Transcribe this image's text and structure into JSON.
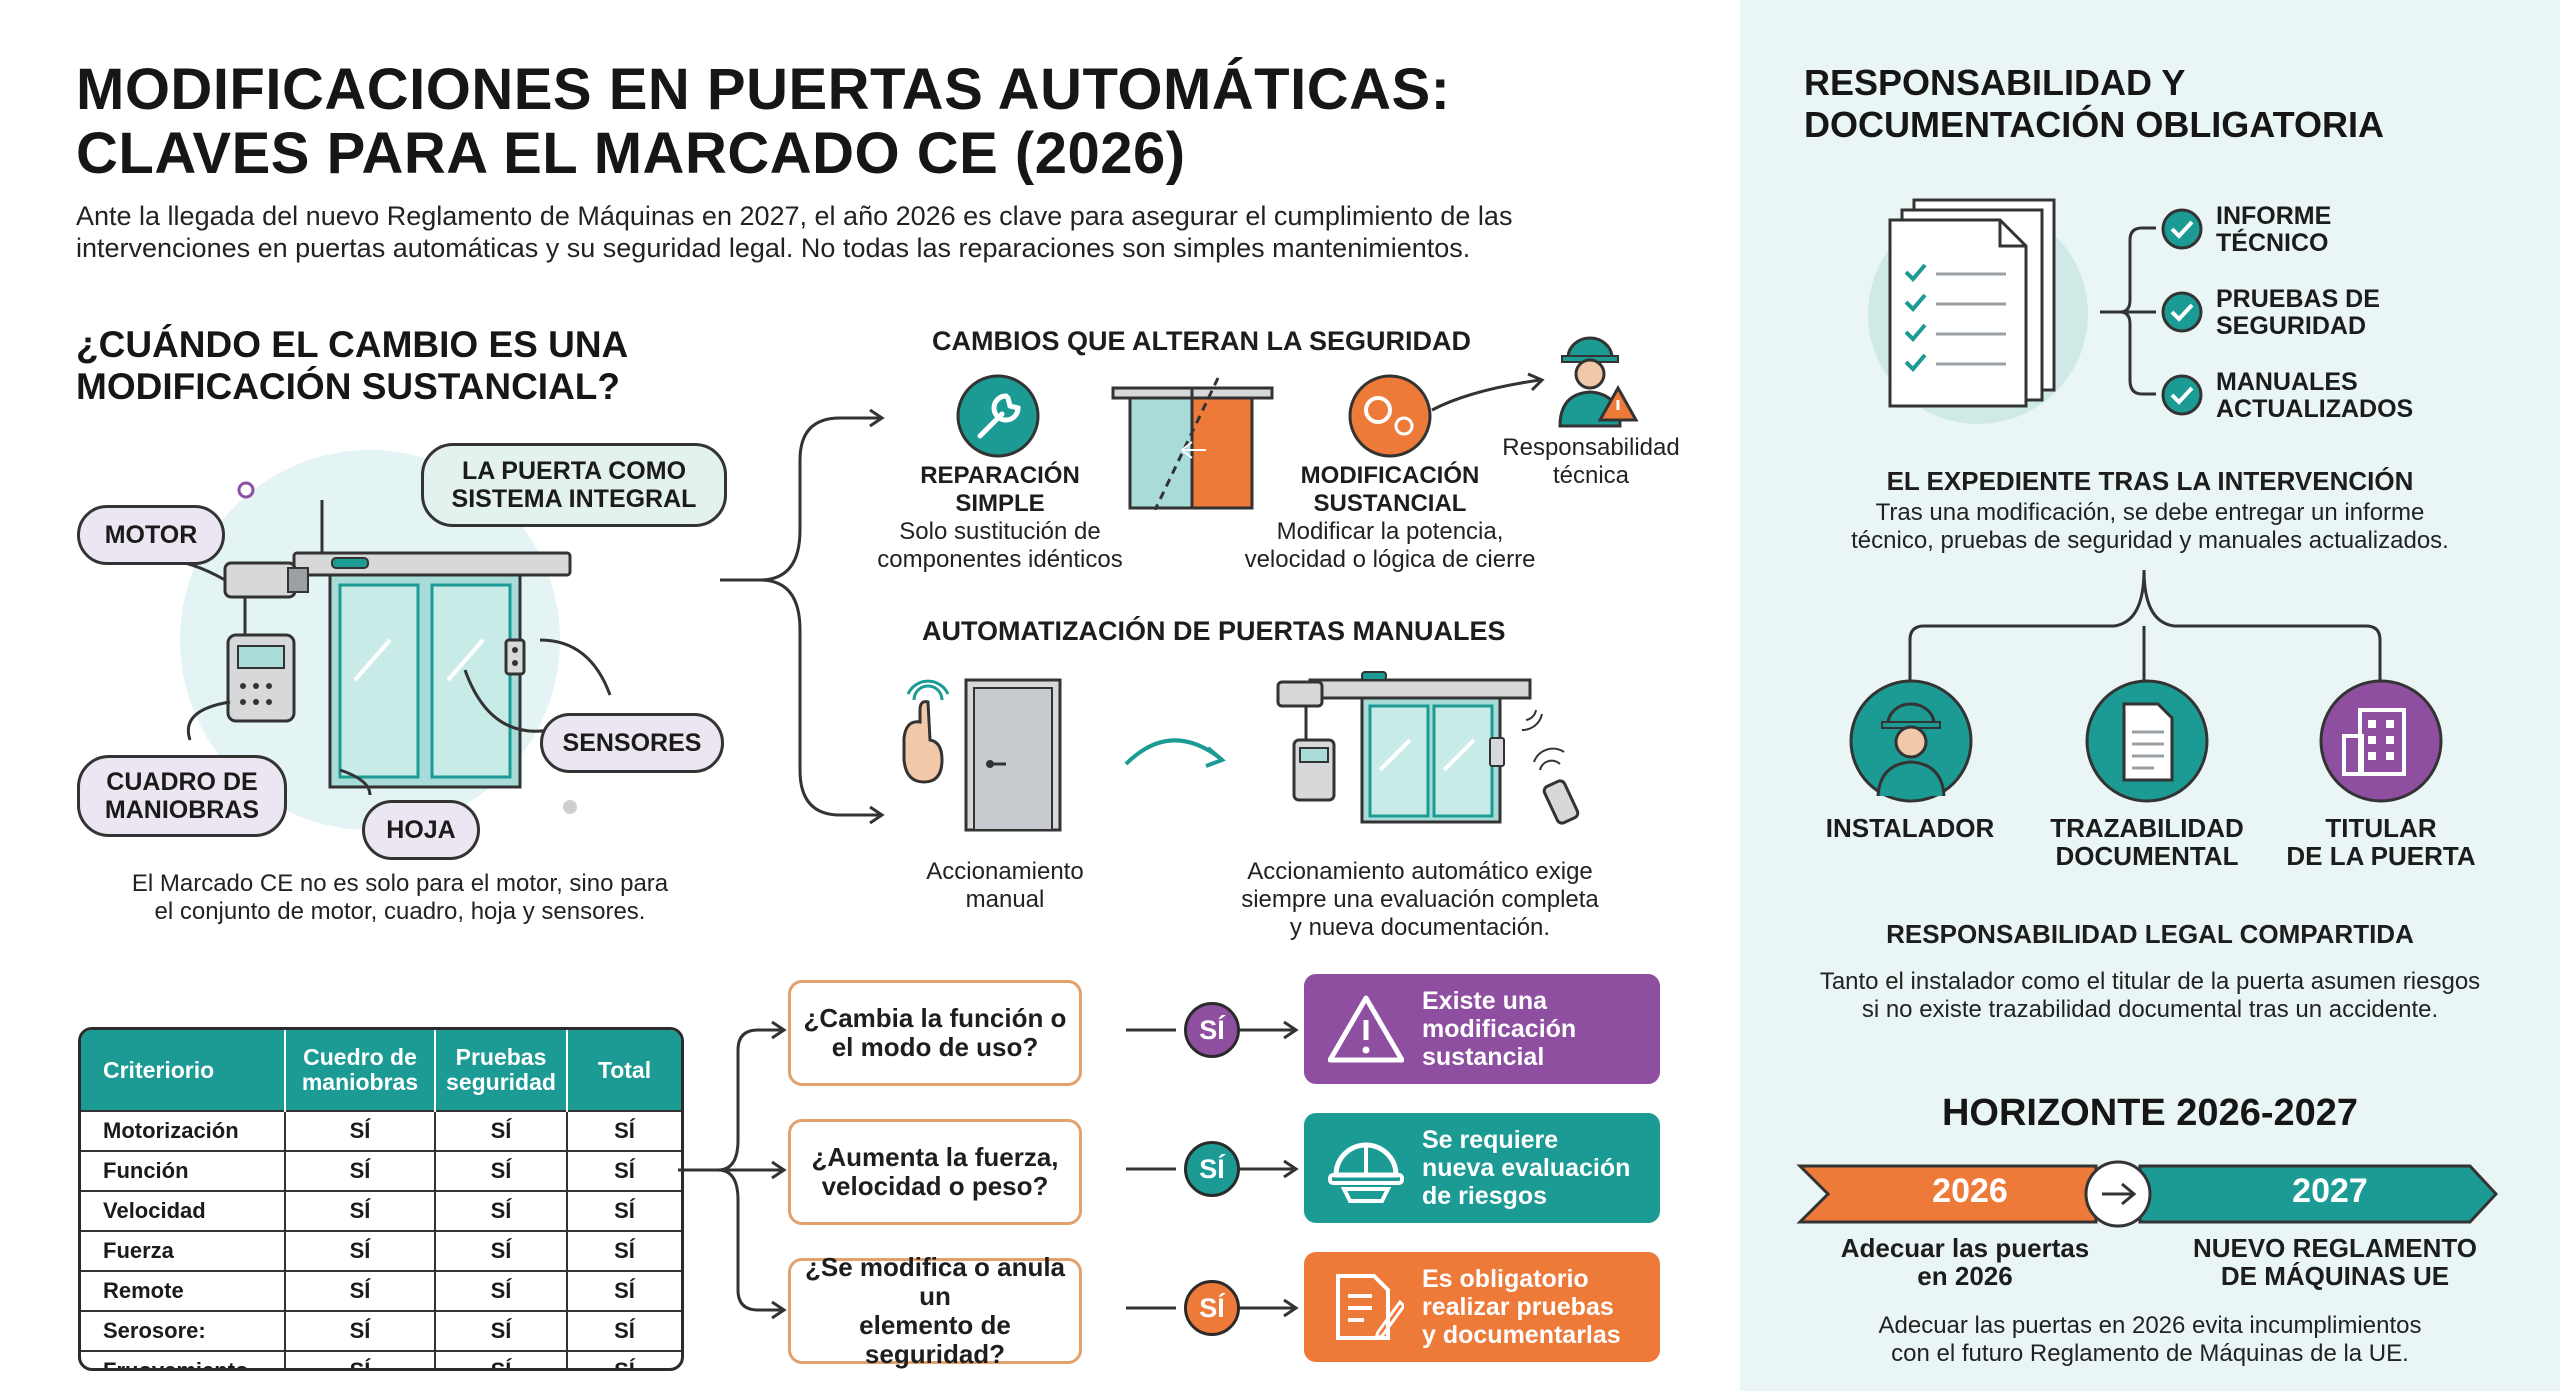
{
  "header": {
    "title_line1": "MODIFICACIONES EN PUERTAS AUTOMÁTICAS:",
    "title_line2": "CLAVES PARA EL MARCADO CE (2026)",
    "intro_line1": "Ante la llegada del nuevo Reglamento de Máquinas en 2027, el año 2026 es clave para asegurar el cumplimiento de las",
    "intro_line2": "intervenciones en puertas automáticas y su seguridad legal. No todas las reparaciones son simples mantenimientos."
  },
  "section_when": {
    "title_line1": "¿CUÁNDO EL CAMBIO ES UNA",
    "title_line2": "MODIFICACIÓN SUSTANCIAL?",
    "labels": {
      "motor": "MOTOR",
      "integral_line1": "LA PUERTA COMO",
      "integral_line2": "SISTEMA INTEGRAL",
      "cuadro_line1": "CUADRO DE",
      "cuadro_line2": "MANIOBRAS",
      "hoja": "HOJA",
      "sensores": "SENSORES"
    },
    "caption_line1": "El Marcado CE no es solo para el motor, sino para",
    "caption_line2": "el conjunto de motor, cuadro, hoja y sensores."
  },
  "section_changes": {
    "title": "CAMBIOS QUE ALTERAN LA SEGURIDAD",
    "simple_title_line1": "REPARACIÓN",
    "simple_title_line2": "SIMPLE",
    "simple_desc_line1": "Solo sustitución de",
    "simple_desc_line2": "componentes idénticos",
    "sust_title_line1": "MODIFICACIÓN",
    "sust_title_line2": "SUSTANCIAL",
    "sust_desc_line1": "Modificar la potencia,",
    "sust_desc_line2": "velocidad o lógica de cierre",
    "resp_line1": "Responsabilidad",
    "resp_line2": "técnica"
  },
  "section_manual": {
    "title": "AUTOMATIZACIÓN DE PUERTAS MANUALES",
    "manual_line1": "Accionamiento",
    "manual_line2": "manual",
    "auto_line1": "Accionamiento automático exige",
    "auto_line2": "siempre una evaluación completa",
    "auto_line3": "y nueva documentación."
  },
  "table": {
    "headers": [
      "Criteriorio",
      "Cuedro de maniobras",
      "Pruebas seguridad",
      "Total"
    ],
    "rows": [
      [
        "Motorización",
        "SÍ",
        "SÍ",
        "SÍ"
      ],
      [
        "Función",
        "SÍ",
        "SÍ",
        "SÍ"
      ],
      [
        "Velocidad",
        "SÍ",
        "SÍ",
        "SÍ"
      ],
      [
        "Fuerza",
        "SÍ",
        "SÍ",
        "SÍ"
      ],
      [
        "Remote",
        "SÍ",
        "SÍ",
        "SÍ"
      ],
      [
        "Serosore:",
        "SÍ",
        "SÍ",
        "SÍ"
      ],
      [
        "Fruovemiento",
        "SÍ",
        "SÍ",
        "SÍ"
      ]
    ]
  },
  "decision": [
    {
      "q_line1": "¿Cambia la función o",
      "q_line2": "el modo de uso?",
      "answer": "SÍ",
      "r_line1": "Existe una",
      "r_line2": "modificación",
      "r_line3": "sustancial"
    },
    {
      "q_line1": "¿Aumenta la fuerza,",
      "q_line2": "velocidad o peso?",
      "answer": "SÍ",
      "r_line1": "Se requiere",
      "r_line2": "nueva evaluación",
      "r_line3": "de riesgos"
    },
    {
      "q_line1": "¿Se modifica o anula un",
      "q_line2": "elemento de seguridad?",
      "answer": "SÍ",
      "r_line1": "Es obligatorio",
      "r_line2": "realizar pruebas",
      "r_line3": "y documentarlas"
    }
  ],
  "right": {
    "title_line1": "RESPONSABILIDAD Y",
    "title_line2": "DOCUMENTACIÓN OBLIGATORIA",
    "checks": [
      {
        "line1": "INFORME",
        "line2": "TÉCNICO"
      },
      {
        "line1": "PRUEBAS DE",
        "line2": "SEGURIDAD"
      },
      {
        "line1": "MANUALES",
        "line2": "ACTUALIZADOS"
      }
    ],
    "expediente_title": "EL EXPEDIENTE TRAS LA INTERVENCIÓN",
    "expediente_line1": "Tras una modificación, se debe entregar un informe",
    "expediente_line2": "técnico, pruebas de seguridad y manuales actualizados.",
    "nodes": [
      {
        "line1": "INSTALADOR",
        "line2": ""
      },
      {
        "line1": "TRAZABILIDAD",
        "line2": "DOCUMENTAL"
      },
      {
        "line1": "TITULAR",
        "line2": "DE LA PUERTA"
      }
    ],
    "legal_title": "RESPONSABILIDAD LEGAL COMPARTIDA",
    "legal_line1": "Tanto el instalador como el titular de la puerta asumen riesgos",
    "legal_line2": "si no existe trazabilidad documental tras un accidente.",
    "horizon_title": "HORIZONTE 2026-2027",
    "year1": "2026",
    "year2": "2027",
    "year1_line1": "Adecuar las puertas",
    "year1_line2": "en 2026",
    "year2_line1": "NUEVO REGLAMENTO",
    "year2_line2": "DE MÁQUINAS UE",
    "footer_line1": "Adecuar las puertas en 2026 evita incumplimientos",
    "footer_line2": "con el futuro Reglamento de Máquinas de la UE."
  },
  "colors": {
    "teal": "#1c9a94",
    "purple": "#8e4fa0",
    "orange": "#ee7a3a",
    "panel": "#eaf6f6"
  }
}
